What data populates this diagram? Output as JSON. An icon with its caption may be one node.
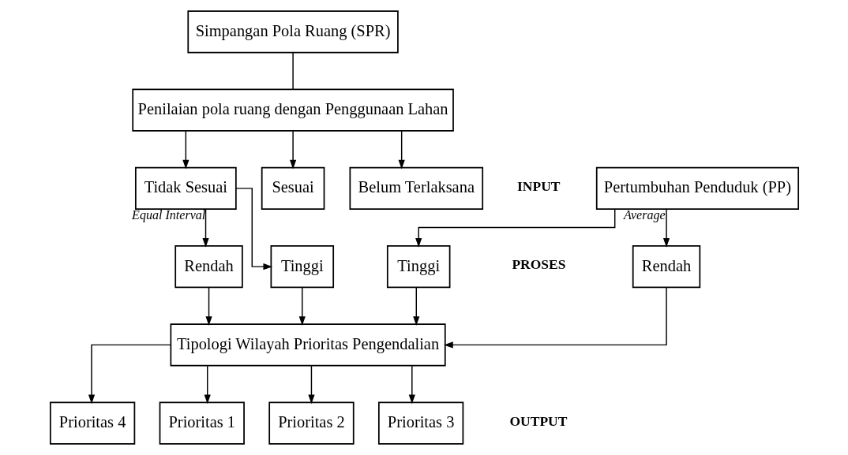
{
  "diagram": {
    "nodes": [
      {
        "text": [
          "Pertumbuhan Penduduk (PP)"
        ]
      },
      {
        "text": [
          "Simpangan Pola Ruang (SPR)"
        ]
      },
      {
        "text": [
          "Penilaian pola ruang dengan Penggunaan Lahan"
        ]
      },
      {
        "text": [
          "Sesuai"
        ]
      },
      {
        "text": [
          "Belum Terlaksana"
        ]
      },
      {
        "text": [
          "Tidak Sesuai"
        ]
      },
      {
        "text": [
          "Rendah"
        ]
      },
      {
        "text": [
          "Tinggi"
        ]
      },
      {
        "text": [
          "Rendah"
        ]
      },
      {
        "text": [
          "Tinggi"
        ]
      },
      {
        "text": [
          "Tipologi Wilayah Prioritas Pengendalian"
        ]
      },
      {
        "text": [
          "Prioritas 1"
        ]
      },
      {
        "text": [
          "Prioritas 2"
        ]
      },
      {
        "text": [
          "Prioritas 3"
        ]
      },
      {
        "text": [
          "Prioritas 4"
        ]
      }
    ],
    "edges": [
      {
        "from": 0,
        "to": 6,
        "arrow": "to",
        "label": "Average"
      },
      {
        "from": 0,
        "to": 7,
        "arrow": "to"
      },
      {
        "from": 1,
        "to": 2,
        "arrow": "none"
      },
      {
        "from": 2,
        "to": 3,
        "arrow": "to"
      },
      {
        "from": 2,
        "to": 4,
        "arrow": "to"
      },
      {
        "from": 2,
        "to": 5,
        "arrow": "to"
      },
      {
        "from": 5,
        "to": 8,
        "arrow": "to",
        "label": "Equal Interval"
      },
      {
        "from": 5,
        "to": 9,
        "arrow": "to"
      },
      {
        "from": 6,
        "to": 10,
        "arrow": "to"
      },
      {
        "from": 7,
        "to": 10,
        "arrow": "to"
      },
      {
        "from": 8,
        "to": 10,
        "arrow": "to"
      },
      {
        "from": 9,
        "to": 10,
        "arrow": "to"
      },
      {
        "from": 10,
        "to": 11,
        "arrow": "to"
      },
      {
        "from": 10,
        "to": 12,
        "arrow": "to"
      },
      {
        "from": 10,
        "to": 13,
        "arrow": "to"
      },
      {
        "from": 10,
        "to": 14,
        "arrow": "to"
      }
    ],
    "labels": [
      "INPUT",
      "PROSES",
      "OUTPUT"
    ]
  }
}
